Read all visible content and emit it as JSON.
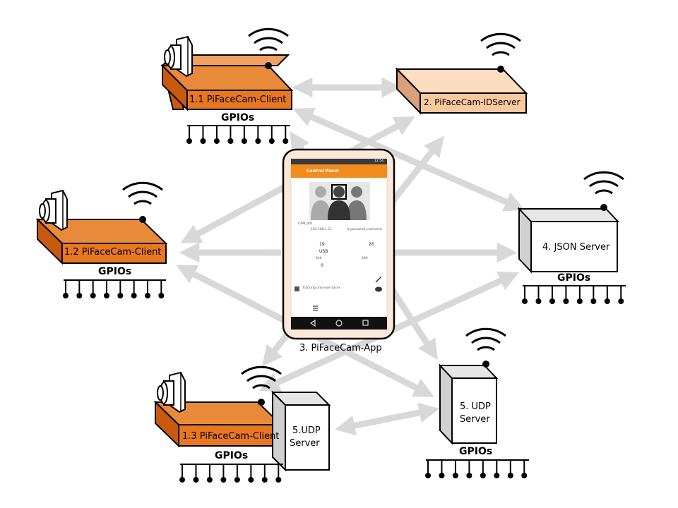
{
  "devices": {
    "client1": {
      "label": "1.1 PiFaceCam-Client",
      "gpio": "GPIOs"
    },
    "idserver": {
      "label": "2. PiFaceCam-IDServer"
    },
    "client2": {
      "label": "1.2 PiFaceCam-Client",
      "gpio": "GPIOs"
    },
    "json": {
      "label": "4. JSON Server",
      "gpio": "GPIOs"
    },
    "app": {
      "label": "3. PiFaceCam-App"
    },
    "client3": {
      "label": "1.3 PiFaceCam-Client",
      "gpio": "GPIOs"
    },
    "udp_small": {
      "line1": "5.UDP",
      "line2": "Server"
    },
    "udp_big": {
      "line1": "5. UDP",
      "line2": "Server",
      "gpio": "GPIOs"
    }
  },
  "phone": {
    "time": "12:54",
    "title": "Control Panel",
    "fields": {
      "cam_name": "CAM_001",
      "ip": "192.168.1.11",
      "password_protected": "is password protected",
      "val19": "19",
      "usb": "USB",
      "val26": "26",
      "w": "640",
      "h": "480",
      "zero": "0",
      "tracking": "Tracking unknown faces"
    }
  },
  "colors": {
    "client_front": "#E87722",
    "client_top": "#F0A060",
    "client_side": "#C85A10",
    "idserver_front": "#FBC8A0",
    "idserver_top": "#FDDCC0",
    "idserver_side": "#D9A07A",
    "server_front": "#FFFFFF",
    "server_side": "#D0D0D0",
    "arrow": "#D8D8D8",
    "phone_bg": "#FCE8D8"
  }
}
